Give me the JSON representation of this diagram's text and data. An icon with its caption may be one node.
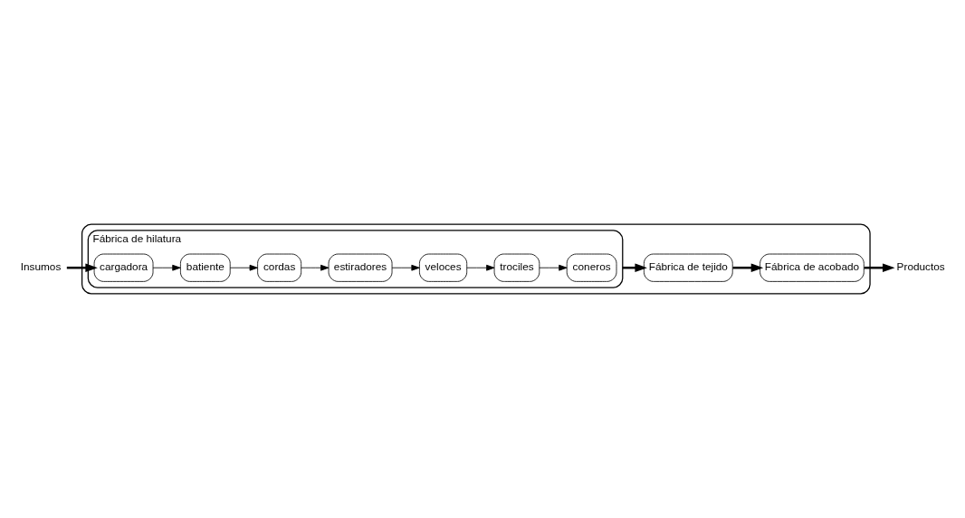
{
  "diagram": {
    "nodes": [
      {
        "text": [],
        "shape": "box"
      },
      {
        "text": [
          "Fábrica de hilatura"
        ],
        "in": 0
      },
      {
        "text": [
          "cargadora"
        ],
        "in": 1
      },
      {
        "text": [
          "batiente"
        ],
        "in": 1
      },
      {
        "text": [
          "cordas"
        ],
        "in": 1
      },
      {
        "text": [
          "estiradores"
        ],
        "in": 1
      },
      {
        "text": [
          "veloces"
        ],
        "in": 1
      },
      {
        "text": [
          "trociles"
        ],
        "in": 1
      },
      {
        "text": [
          "coneros"
        ],
        "in": 1
      },
      {
        "text": [
          "Fábrica de tejido"
        ],
        "in": 0
      },
      {
        "text": [
          "Fábrica de acobado"
        ],
        "in": 0
      },
      {
        "text": [
          "Insumos"
        ]
      },
      {
        "text": [
          "Productos"
        ]
      }
    ],
    "edges": [
      {
        "from": 11,
        "to": 2,
        "arrow": "to",
        "style": "thick"
      },
      {
        "from": 2,
        "to": 3,
        "arrow": "to"
      },
      {
        "from": 3,
        "to": 4,
        "arrow": "to"
      },
      {
        "from": 4,
        "to": 5,
        "arrow": "to"
      },
      {
        "from": 5,
        "to": 6,
        "arrow": "to"
      },
      {
        "from": 6,
        "to": 7,
        "arrow": "to"
      },
      {
        "from": 7,
        "to": 8,
        "arrow": "to"
      },
      {
        "from": 1,
        "to": 9,
        "arrow": "to",
        "style": "thick"
      },
      {
        "from": 9,
        "to": 10,
        "arrow": "to",
        "style": "thick"
      },
      {
        "from": 10,
        "to": 12,
        "arrow": "to",
        "style": "thick"
      }
    ]
  }
}
